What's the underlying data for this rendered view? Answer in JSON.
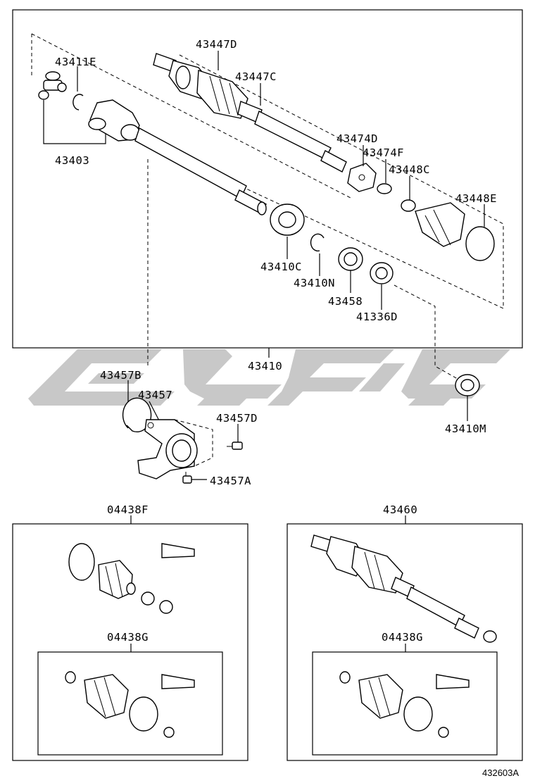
{
  "labels": {
    "p43447D": "43447D",
    "p43411E": "43411E",
    "p43447C": "43447C",
    "p43474D": "43474D",
    "p43474F": "43474F",
    "p43403": "43403",
    "p43448C": "43448C",
    "p43448E": "43448E",
    "p43410C": "43410C",
    "p43410N": "43410N",
    "p43458": "43458",
    "p41336D": "41336D",
    "p43410": "43410",
    "p43457B": "43457B",
    "p43457": "43457",
    "p43457D": "43457D",
    "p43457A": "43457A",
    "p43410M": "43410M",
    "p04438F": "04438F",
    "p04438G_left": "04438G",
    "p43460": "43460",
    "p04438G_right": "04438G"
  },
  "watermark_color": "#c8c8c8",
  "figure_code": "432603A"
}
